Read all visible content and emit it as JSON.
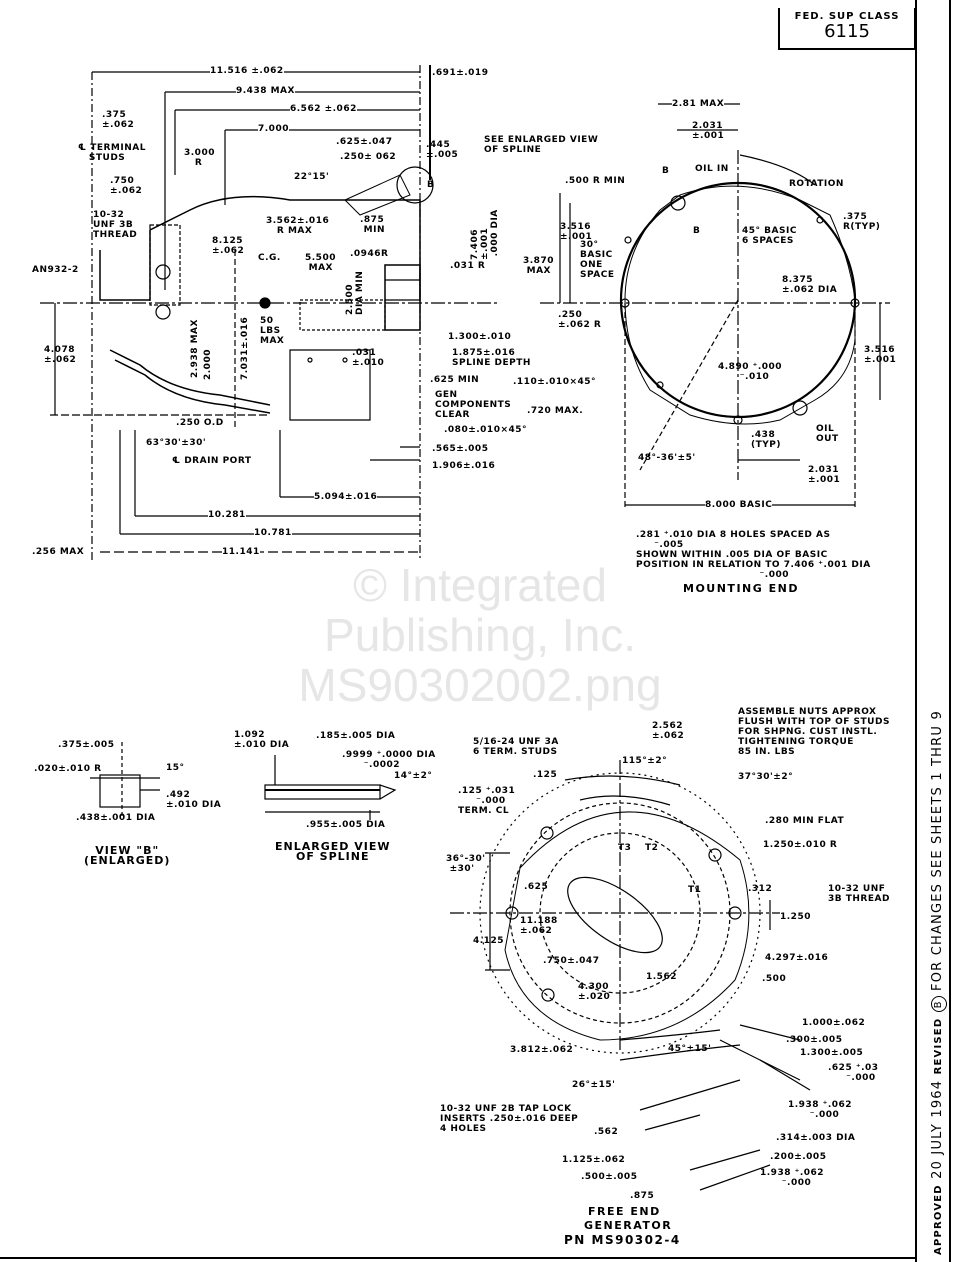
{
  "title_block": {
    "class_header": "FED. SUP CLASS",
    "class_value": "6115"
  },
  "revision_strip": {
    "approved": "APPROVED",
    "date": "20 JULY 1964",
    "revised": "REVISED",
    "revision_letter": "B",
    "note": "FOR CHANGES SEE SHEETS 1 THRU 9"
  },
  "watermark": {
    "line1": "© Integrated",
    "line2": "Publishing, Inc.",
    "line3": "MS90302002.png"
  },
  "side_view": {
    "dims": {
      "overall_length": "11.516 ±.062",
      "max_length": "9.438 MAX",
      "flange_dist": "6.562 ±.062",
      "d7000": "7.000",
      "pilot": ".691±.019",
      "d375": ".375\n±.062",
      "terminal_studs": "℄ TERMINAL\n   STUDS",
      "d750": ".750\n±.062",
      "radius3000": "3.000\n   R",
      "thread": "10-32\nUNF 3B\nTHREAD",
      "an932": "AN932-2",
      "d8125": "8.125\n±.062",
      "r3562": "3.562±.016\n   R MAX",
      "cg": "C.G.",
      "d5500": "5.500\n MAX",
      "d625_047": ".625±.047",
      "d250_062": ".250± 062",
      "d445": ".445\n±.005",
      "angle22": "22°15'",
      "d875": ".875\n MIN",
      "d0946r": ".0946R",
      "d031r": ".031 R",
      "dia7406": "7.406\n±.001\n .000 DIA",
      "dia2500": "2.500\nDIA MIN",
      "weight": "50\nLBS\nMAX",
      "d031": ".031\n±.010",
      "d7031": "7.031±.016",
      "d2938": "2.938 MAX",
      "d2000": "2.000",
      "d4078": "4.078\n±.062",
      "d1300": "1.300±.010",
      "d1875": "1.875±.016\nSPLINE DEPTH",
      "d625min": ".625 MIN",
      "gen_clear": "GEN\nCOMPONENTS\nCLEAR",
      "chamfer080": ".080±.010×45°",
      "d565": ".565±.005",
      "d1906": "1.906±.016",
      "od250": ".250 O.D",
      "angle63": "63°30'±30'",
      "drain": "℄ DRAIN PORT",
      "d5094": "5.094±.016",
      "d10281": "10.281",
      "d10781": "10.781",
      "d11141": "11.141",
      "d256": ".256 MAX",
      "see_spline": "SEE ENLARGED VIEW\nOF SPLINE",
      "b_marker": "B"
    }
  },
  "mounting_end": {
    "title": "MOUNTING END",
    "dims": {
      "d281": "2.81 MAX",
      "d2031top": "2.031\n±.001",
      "oil_in": "OIL IN",
      "rotation": "ROTATION",
      "r500": ".500 R MIN",
      "b1": "B",
      "b2": "B",
      "r375": ".375\nR(TYP)",
      "d3516a": "3.516\n±.001",
      "d3870": "3.870\n MAX",
      "basic30": "30°\nBASIC\nONE\nSPACE",
      "basic45": "45° BASIC\n6 SPACES",
      "dia8375": "8.375\n±.062 DIA",
      "r250": ".250\n±.062 R",
      "d3516b": "3.516\n±.001",
      "d4890": "4.890 ⁺.000\n      ⁻.010",
      "chamfer110": ".110±.010×45°",
      "d720": ".720 MAX.",
      "d438": ".438\n(TYP)",
      "oil_out": "OIL\nOUT",
      "angle48": "48°-36'±5'",
      "d2031bot": "2.031\n±.001",
      "d8000": "8.000 BASIC",
      "note": ".281 ⁺.010 DIA 8 HOLES SPACED AS\n     ⁻.005\nSHOWN WITHIN .005 DIA OF BASIC\nPOSITION IN RELATION TO 7.406 ⁺.001 DIA\n                                  ⁻.000"
    }
  },
  "view_b": {
    "title": "VIEW \"B\"\n(ENLARGED)",
    "dims": {
      "d375": ".375±.005",
      "r020": ".020±.010 R",
      "angle15": "15°",
      "dia492": ".492\n±.010 DIA",
      "dia438": ".438±.001 DIA"
    }
  },
  "spline_view": {
    "title": "ENLARGED VIEW\nOF SPLINE",
    "dims": {
      "dia1092": "1.092\n±.010 DIA",
      "dia185": ".185±.005 DIA",
      "dia9999": ".9999 ⁺.0000 DIA\n      ⁻.0002",
      "angle14": "14°±2°",
      "dia955": ".955±.005 DIA"
    }
  },
  "free_end": {
    "title": "FREE END",
    "subtitle": "GENERATOR",
    "part_number": "PN MS90302-4",
    "dims": {
      "studs": "5/16-24 UNF 3A\n6 TERM. STUDS",
      "d2562": "2.562\n±.062",
      "note_nuts": "ASSEMBLE NUTS APPROX\nFLUSH WITH TOP OF STUDS\nFOR SHPNG. CUST INSTL.\nTIGHTENING TORQUE\n85 IN. LBS",
      "angle115": "115°±2°",
      "angle37": "37°30'±2°",
      "d125": ".125",
      "term_cl": ".125 ⁺.031\n     ⁻.000\nTERM. CL",
      "flat280": ".280 MIN FLAT",
      "r1250": "1.250±.010 R",
      "angle36": "36°-30'\n ±30'",
      "d625": ".625",
      "d312": ".312",
      "thread": "10-32 UNF\n3B THREAD",
      "d1250": "1.250",
      "d11188": "11.188\n±.062",
      "d4125": "4.125",
      "d750": ".750±.047",
      "d1562": "1.562",
      "d4297": "4.297±.016",
      "d4300": "4.300\n±.020",
      "d500": ".500",
      "d1000": "1.000±.062",
      "d300": ".300±.005",
      "d1300": "1.300±.005",
      "d3812": "3.812±.062",
      "angle45": "45°±15'",
      "d625b": ".625 ⁺.03\n     ⁻.000",
      "angle26": "26°±15'",
      "d1938a": "1.938 ⁺.062\n      ⁻.000",
      "inserts": "10-32 UNF 2B TAP LOCK\nINSERTS .250±.016 DEEP\n4 HOLES",
      "d562": ".562",
      "dia314": ".314±.003 DIA",
      "d1125": "1.125±.062",
      "d200": ".200±.005",
      "d500b": ".500±.005",
      "d1938b": "1.938 ⁺.062\n      ⁻.000",
      "d875": ".875",
      "t1": "T1",
      "t2": "T2",
      "t3": "T3"
    }
  }
}
